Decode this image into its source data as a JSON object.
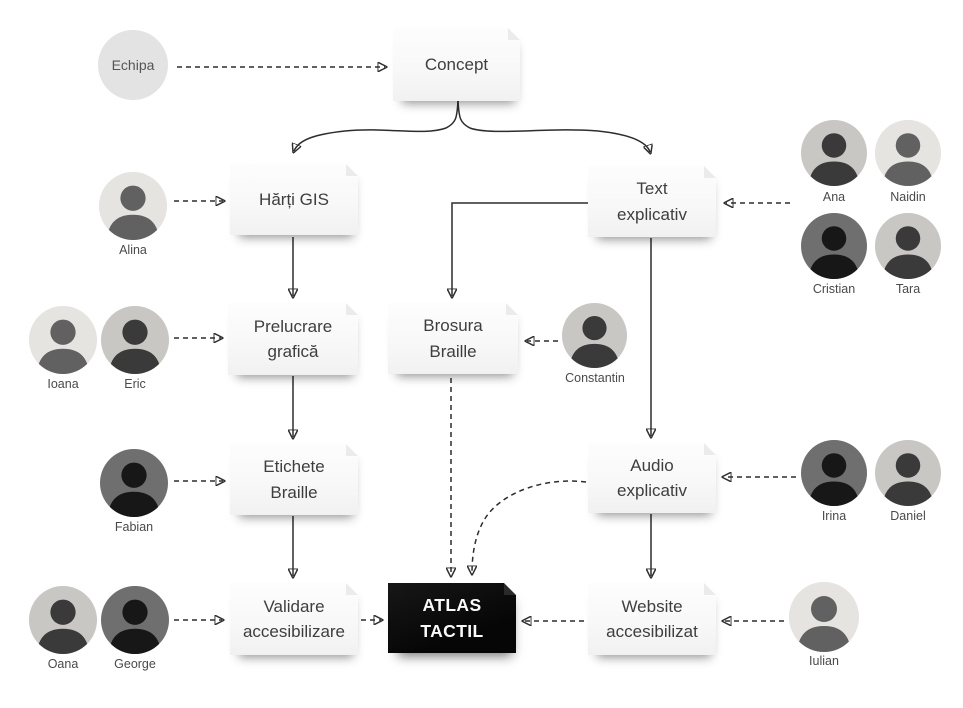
{
  "diagram": {
    "team_badge": {
      "label": "Echipa"
    },
    "nodes": {
      "concept": {
        "line1": "Concept"
      },
      "harti": {
        "line1": "Hărți GIS"
      },
      "text": {
        "line1": "Text",
        "line2": "explicativ"
      },
      "prelucrare": {
        "line1": "Prelucrare",
        "line2": "grafică"
      },
      "brosura": {
        "line1": "Brosura",
        "line2": "Braille"
      },
      "etichete": {
        "line1": "Etichete",
        "line2": "Braille"
      },
      "audio": {
        "line1": "Audio",
        "line2": "explicativ"
      },
      "validare": {
        "line1": "Validare",
        "line2": "accesibilizare"
      },
      "atlas": {
        "line1": "ATLAS",
        "line2": "TACTIL"
      },
      "website": {
        "line1": "Website",
        "line2": "accesibilizat"
      }
    },
    "people": {
      "alina": {
        "name": "Alina"
      },
      "ioana": {
        "name": "Ioana"
      },
      "eric": {
        "name": "Eric"
      },
      "fabian": {
        "name": "Fabian"
      },
      "oana": {
        "name": "Oana"
      },
      "george": {
        "name": "George"
      },
      "constantin": {
        "name": "Constantin"
      },
      "ana": {
        "name": "Ana"
      },
      "naidin": {
        "name": "Naidin"
      },
      "cristian": {
        "name": "Cristian"
      },
      "tara": {
        "name": "Tara"
      },
      "irina": {
        "name": "Irina"
      },
      "daniel": {
        "name": "Daniel"
      },
      "iulian": {
        "name": "Iulian"
      }
    },
    "edges": [
      {
        "from": "echipa",
        "to": "concept",
        "style": "dashed"
      },
      {
        "from": "concept",
        "to": "harti",
        "style": "solid"
      },
      {
        "from": "concept",
        "to": "text",
        "style": "solid"
      },
      {
        "from": "alina",
        "to": "harti",
        "style": "dashed"
      },
      {
        "from": "harti",
        "to": "prelucrare",
        "style": "solid"
      },
      {
        "from": "ioana+eric",
        "to": "prelucrare",
        "style": "dashed"
      },
      {
        "from": "prelucrare",
        "to": "etichete",
        "style": "solid"
      },
      {
        "from": "fabian",
        "to": "etichete",
        "style": "dashed"
      },
      {
        "from": "etichete",
        "to": "validare",
        "style": "solid"
      },
      {
        "from": "oana+george",
        "to": "validare",
        "style": "dashed"
      },
      {
        "from": "validare",
        "to": "atlas",
        "style": "dashed"
      },
      {
        "from": "text",
        "to": "brosura",
        "style": "solid"
      },
      {
        "from": "constantin",
        "to": "brosura",
        "style": "dashed"
      },
      {
        "from": "brosura",
        "to": "atlas",
        "style": "dashed"
      },
      {
        "from": "ana+naidin+cristian+tara",
        "to": "text",
        "style": "dashed"
      },
      {
        "from": "text",
        "to": "audio",
        "style": "solid"
      },
      {
        "from": "irina+daniel",
        "to": "audio",
        "style": "dashed"
      },
      {
        "from": "audio",
        "to": "atlas",
        "style": "dashed"
      },
      {
        "from": "audio",
        "to": "website",
        "style": "solid"
      },
      {
        "from": "iulian",
        "to": "website",
        "style": "dashed"
      },
      {
        "from": "website",
        "to": "atlas",
        "style": "dashed"
      }
    ],
    "colors": {
      "atlas_bg": "#0c0c0c",
      "note_bg": "#f8f8f9",
      "arrow": "#2d2d2d",
      "badge_bg": "#e3e3e3"
    }
  }
}
